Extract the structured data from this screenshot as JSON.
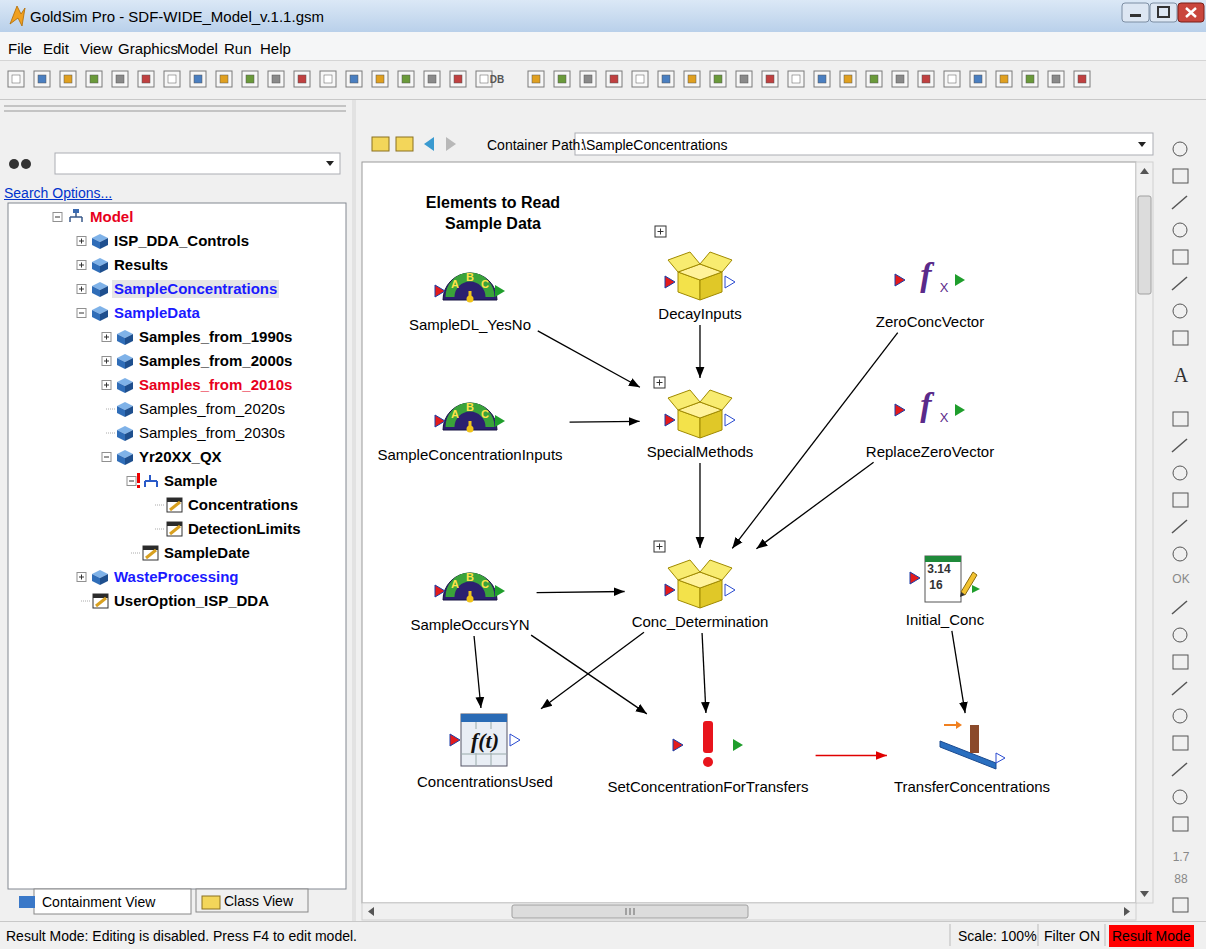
{
  "diagram": {
    "nodes": [
      {
        "text": [
          "SampleDL_YesNo"
        ]
      },
      {
        "text": [
          "DecayInputs"
        ]
      },
      {
        "text": [
          "ZeroConcVector"
        ]
      },
      {
        "text": [
          "SampleConcentrationInputs"
        ]
      },
      {
        "text": [
          "SpecialMethods"
        ]
      },
      {
        "text": [
          "ReplaceZeroVector"
        ]
      },
      {
        "text": [
          "SampleOccursYN"
        ]
      },
      {
        "text": [
          "Conc_Determination"
        ]
      },
      {
        "text": [
          "Initial_Conc"
        ]
      },
      {
        "text": [
          "ConcentrationsUsed"
        ]
      },
      {
        "text": [
          "SetConcentrationForTransfers"
        ]
      },
      {
        "text": [
          "TransferConcentrations"
        ]
      }
    ],
    "edges": [
      {
        "from": 0,
        "to": 4,
        "arrow": "to"
      },
      {
        "from": 1,
        "to": 4,
        "arrow": "to"
      },
      {
        "from": 3,
        "to": 4,
        "arrow": "to"
      },
      {
        "from": 2,
        "to": 7,
        "arrow": "to"
      },
      {
        "from": 4,
        "to": 7,
        "arrow": "to"
      },
      {
        "from": 5,
        "to": 7,
        "arrow": "to"
      },
      {
        "from": 6,
        "to": 7,
        "arrow": "to"
      },
      {
        "from": 6,
        "to": 9,
        "arrow": "to"
      },
      {
        "from": 6,
        "to": 10,
        "arrow": "to"
      },
      {
        "from": 7,
        "to": 9,
        "arrow": "to"
      },
      {
        "from": 7,
        "to": 10,
        "arrow": "to"
      },
      {
        "from": 8,
        "to": 11,
        "arrow": "to"
      },
      {
        "from": 10,
        "to": 11,
        "arrow": "to"
      }
    ],
    "labels": [
      "GoldSim Pro - SDF-WIDE_Model_v.1.1.gsm",
      "File",
      "Edit",
      "View",
      "Graphics",
      "Model",
      "Run",
      "Help",
      "DB",
      "Search Options...",
      "Model",
      "ISP_DDA_Controls",
      "Results",
      "SampleConcentrations",
      "SampleData",
      "Samples_from_1990s",
      "Samples_from_2000s",
      "Samples_from_2010s",
      "Samples_from_2020s",
      "Samples_from_2030s",
      "Yr20XX_QX",
      "Sample",
      "Concentrations",
      "DetectionLimits",
      "SampleDate",
      "WasteProcessing",
      "UserOption_ISP_DDA",
      "Containment View",
      "Class View",
      "Container Path:",
      "\\SampleConcentrations",
      "Elements to Read Sample Data",
      "A",
      "B",
      "C",
      "A",
      "B",
      "C",
      "A",
      "B",
      "C",
      "f",
      "X",
      "f",
      "X",
      "3.14",
      "16",
      "f(t)",
      "A",
      "OK",
      "1.7",
      "88",
      "Result Mode: Editing is disabled. Press F4 to edit model.",
      "Scale: 100%",
      "Filter ON",
      "Result Mode"
    ]
  }
}
